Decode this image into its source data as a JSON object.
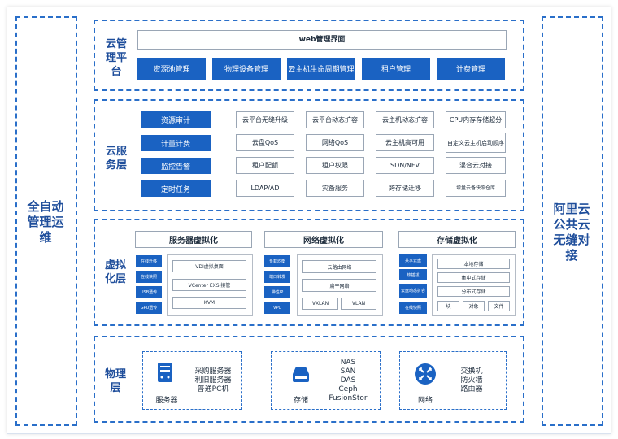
{
  "left_label": "全自动管理运维",
  "right_label": "阿里云公共云无缝对接",
  "cloud_mgmt": {
    "label": "云管理平台",
    "web": "web管理界面",
    "buttons": [
      "资源池管理",
      "物理设备管理",
      "云主机生命周期管理",
      "租户管理",
      "计费管理"
    ]
  },
  "cloud_service": {
    "label": "云服务层",
    "left_buttons": [
      "资源审计",
      "计量计费",
      "监控告警",
      "定时任务"
    ],
    "features": [
      [
        "云平台无缝升级",
        "云平台动态扩容",
        "云主机动态扩容",
        "CPU内存存储超分"
      ],
      [
        "云盘QoS",
        "网络QoS",
        "云主机高可用",
        "自定义云主机启动顺序"
      ],
      [
        "租户配额",
        "租户权限",
        "SDN/NFV",
        "混合云对接"
      ],
      [
        "LDAP/AD",
        "灾备服务",
        "跨存储迁移",
        "增量云备快照仓库"
      ]
    ]
  },
  "virtualization": {
    "label": "虚拟化层",
    "server": {
      "title": "服务器虚拟化",
      "tags": [
        "在线迁移",
        "在线快照",
        "USB透传",
        "GPU透传"
      ],
      "items": [
        "VDI虚拟桌面",
        "VCenter EXSI接管",
        "KVM"
      ]
    },
    "network": {
      "title": "网络虚拟化",
      "tags": [
        "负载均衡",
        "端口转发",
        "弹性IP",
        "VPC"
      ],
      "items": [
        "云路由网络",
        "扁平网络"
      ],
      "pair": [
        "VXLAN",
        "VLAN"
      ]
    },
    "storage": {
      "title": "存储虚拟化",
      "tags": [
        "共享云盘",
        "热插拔",
        "云盘动态扩容",
        "在线快照"
      ],
      "items": [
        "本地存储",
        "集中式存储",
        "分布式存储"
      ],
      "triple": [
        "块",
        "对象",
        "文件"
      ]
    }
  },
  "physical": {
    "label": "物理层",
    "server": {
      "name": "服务器",
      "lines": [
        "采购服务器",
        "利旧服务器",
        "普通PC机"
      ]
    },
    "storage": {
      "name": "存储",
      "lines": [
        "NAS",
        "SAN",
        "DAS",
        "Ceph",
        "FusionStor"
      ]
    },
    "network": {
      "name": "网络",
      "lines": [
        "交换机",
        "防火墙",
        "路由器"
      ]
    }
  },
  "colors": {
    "accent": "#1a62c2",
    "dash": "#2a6fc9",
    "text": "#1f4e9b"
  },
  "icons": [
    "server-icon",
    "storage-icon",
    "network-router-icon"
  ]
}
